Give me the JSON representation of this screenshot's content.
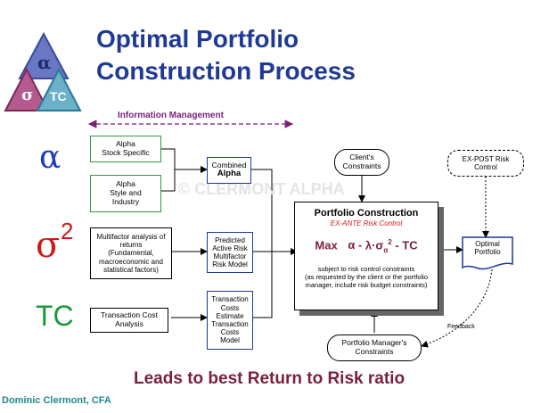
{
  "title": {
    "line1": "Optimal Portfolio",
    "line2": "Construction Process"
  },
  "logo": {
    "alpha": "α",
    "sigma": "σ",
    "tc": "TC"
  },
  "info_management": "Information Management",
  "watermark": "© CLERMONT ALPHA",
  "row_symbols": {
    "alpha": "α",
    "sigma": "σ",
    "sigma_exp": "2",
    "tc": "TC"
  },
  "inputs": {
    "alpha_stock": "Alpha\nStock Specific",
    "alpha_style": "Alpha\nStyle and\nIndustry",
    "multifactor": "Multifactor analysis of\nreturns\n(Fundamental,\nmacroeconomic and\nstatistical factors)",
    "transaction_cost": "Transaction Cost\nAnalysis"
  },
  "models": {
    "combined_alpha_line1": "Combined",
    "combined_alpha_line2": "Alpha",
    "risk_line1": "Predicted\nActive Risk",
    "risk_line2": "Multifactor\nRisk Model",
    "tc_line1": "Transaction\nCosts",
    "tc_line2": "Estimate\nTransaction\nCosts\nModel"
  },
  "client_constraints": "Client's\nConstraints",
  "expost": {
    "line1": "EX-POST Risk",
    "line2": "Control"
  },
  "construction": {
    "title": "Portfolio Construction",
    "subtitle": "EX-ANTE Risk Control",
    "formula_max": "Max",
    "formula_alpha": "α -",
    "formula_lambda": "λ·σ",
    "formula_sub": "α",
    "formula_sup": "2",
    "formula_tc": "- TC",
    "subject": "subject to risk control constraints\n(as requested by the client or the portfolio\nmanager, include risk budget constraints)"
  },
  "optimal_portfolio": "Optimal\nPortfolio",
  "feedback": "Feedback",
  "pm_constraints": "Portfolio Manager's\nConstraints",
  "tagline": "Leads to best Return to Risk ratio",
  "author": "Dominic Clermont, CFA",
  "colors": {
    "title": "#1f3a93",
    "tagline": "#7a1f3d",
    "formula": "#7a1f3d",
    "info": "#7a1f7a",
    "green": "#2e9a3a",
    "author": "#1f8a8a"
  }
}
